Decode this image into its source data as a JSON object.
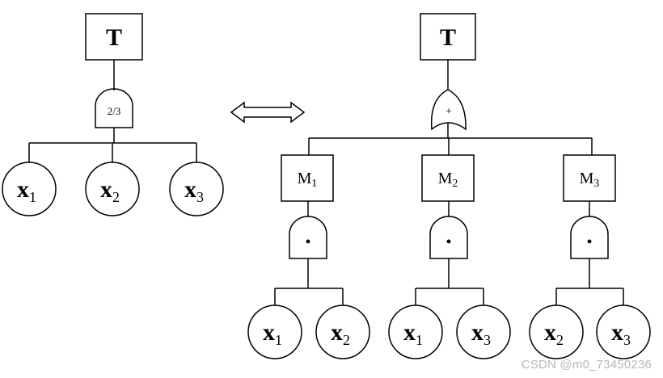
{
  "left_tree": {
    "top_event": "T",
    "gate_label": "2/3",
    "leaves": [
      {
        "base": "x",
        "sub": "1"
      },
      {
        "base": "x",
        "sub": "2"
      },
      {
        "base": "x",
        "sub": "3"
      }
    ]
  },
  "right_tree": {
    "top_event": "T",
    "or_gate_symbol": "+",
    "middle_events": [
      {
        "base": "M",
        "sub": "1"
      },
      {
        "base": "M",
        "sub": "2"
      },
      {
        "base": "M",
        "sub": "3"
      }
    ],
    "and_gate_symbol": "•",
    "leaf_pairs": [
      [
        {
          "base": "x",
          "sub": "1"
        },
        {
          "base": "x",
          "sub": "2"
        }
      ],
      [
        {
          "base": "x",
          "sub": "1"
        },
        {
          "base": "x",
          "sub": "3"
        }
      ],
      [
        {
          "base": "x",
          "sub": "2"
        },
        {
          "base": "x",
          "sub": "3"
        }
      ]
    ]
  },
  "watermark": "CSDN @m0_73450236"
}
